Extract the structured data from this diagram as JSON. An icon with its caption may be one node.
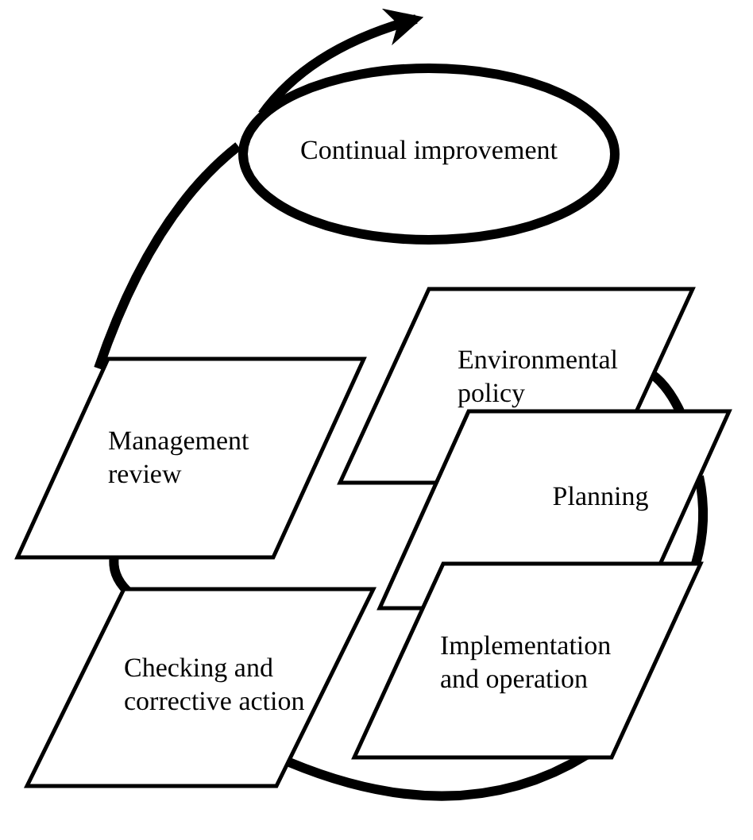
{
  "diagram": {
    "nodes": [
      {
        "text": [
          "Continual improvement"
        ]
      },
      {
        "text": [
          "Environmental policy"
        ]
      },
      {
        "text": [
          "Planning"
        ]
      },
      {
        "text": [
          "Implementation and operation"
        ]
      },
      {
        "text": [
          "Checking and corrective action"
        ]
      },
      {
        "text": [
          "Management review"
        ]
      }
    ],
    "edges": [
      {
        "from": 1,
        "to": 2,
        "arrow": "none"
      },
      {
        "from": 2,
        "to": 3,
        "arrow": "none"
      },
      {
        "from": 3,
        "to": 4,
        "arrow": "none"
      },
      {
        "from": 4,
        "to": 5,
        "arrow": "none"
      },
      {
        "from": 5,
        "to": 0,
        "arrow": "none"
      },
      {
        "from": 0,
        "to": null,
        "arrow": "to"
      }
    ]
  }
}
